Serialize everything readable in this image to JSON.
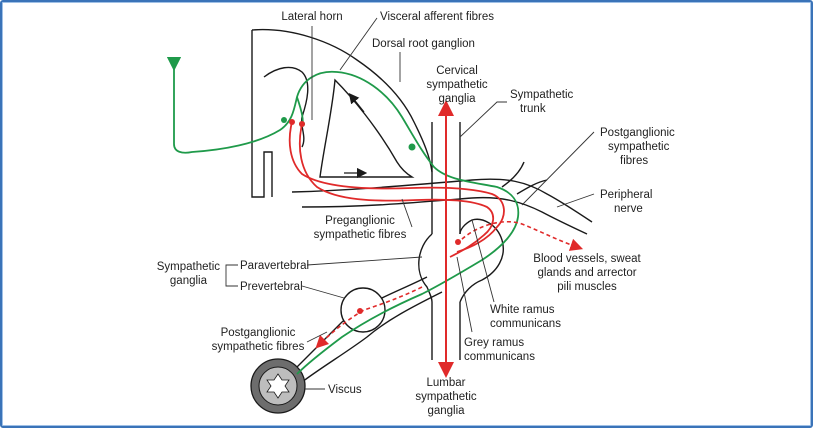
{
  "labels": {
    "lateral_horn": "Lateral horn",
    "visceral_afferent": "Visceral afferent fibres",
    "dorsal_root_ganglion": "Dorsal root ganglion",
    "cervical_ganglia_1": "Cervical",
    "cervical_ganglia_2": "sympathetic",
    "cervical_ganglia_3": "ganglia",
    "sympathetic_trunk_1": "Sympathetic",
    "sympathetic_trunk_2": "trunk",
    "postganglionic_top_1": "Postganglionic",
    "postganglionic_top_2": "sympathetic",
    "postganglionic_top_3": "fibres",
    "peripheral_nerve_1": "Peripheral",
    "peripheral_nerve_2": "nerve",
    "preganglionic_1": "Preganglionic",
    "preganglionic_2": "sympathetic fibres",
    "blood_vessels_1": "Blood vessels, sweat",
    "blood_vessels_2": "glands and arrector",
    "blood_vessels_3": "pili muscles",
    "sympathetic_ganglia_1": "Sympathetic",
    "sympathetic_ganglia_2": "ganglia",
    "paravertebral": "Paravertebral",
    "prevertebral": "Prevertebral",
    "postganglionic_bottom_1": "Postganglionic",
    "postganglionic_bottom_2": "sympathetic fibres",
    "white_ramus_1": "White ramus",
    "white_ramus_2": "communicans",
    "grey_ramus_1": "Grey ramus",
    "grey_ramus_2": "communicans",
    "viscus": "Viscus",
    "lumbar_ganglia_1": "Lumbar",
    "lumbar_ganglia_2": "sympathetic",
    "lumbar_ganglia_3": "ganglia"
  },
  "colors": {
    "sympathetic_efferent": "#e02a2a",
    "afferent": "#1f9a4a",
    "outline": "#1a1a1a",
    "frame": "#3a73b8"
  }
}
